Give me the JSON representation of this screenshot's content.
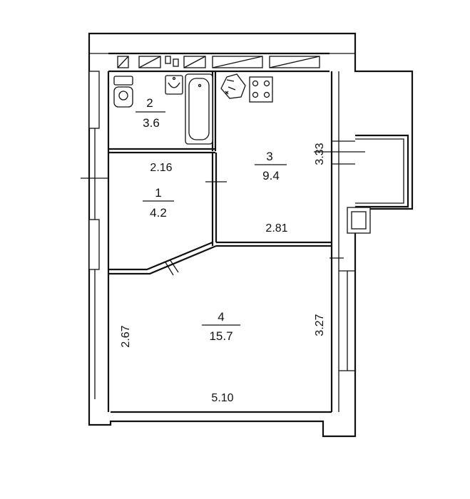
{
  "rooms": [
    {
      "number": "1",
      "area": "4.2"
    },
    {
      "number": "2",
      "area": "3.6"
    },
    {
      "number": "3",
      "area": "9.4"
    },
    {
      "number": "4",
      "area": "15.7"
    }
  ],
  "dimensions": {
    "corridor_width": "2.16",
    "kitchen_width": "2.81",
    "kitchen_depth": "3.33",
    "living_width": "5.10",
    "living_depth_left": "2.67",
    "living_depth_right": "3.27"
  },
  "fixtures": [
    "toilet-icon",
    "sink-icon",
    "bathtub-icon",
    "kitchen-sink-icon",
    "stove-icon"
  ]
}
